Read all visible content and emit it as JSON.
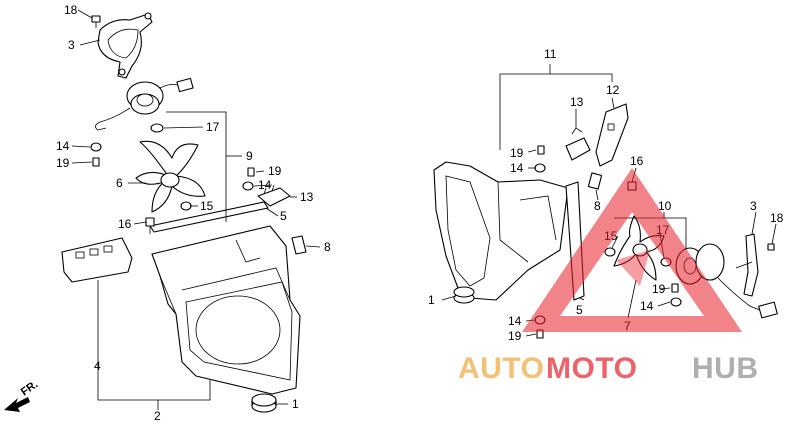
{
  "diagram": {
    "direction_label": "FR.",
    "callouts": {
      "left_18": "18",
      "left_3": "3",
      "left_17": "17",
      "left_14": "14",
      "left_19": "19",
      "left_9": "9",
      "left_6": "6",
      "left_19b": "19",
      "left_14b": "14",
      "left_13": "13",
      "left_16": "16",
      "left_15": "15",
      "left_5": "5",
      "left_8": "8",
      "left_4": "4",
      "left_2": "2",
      "left_1": "1",
      "right_11": "11",
      "right_12": "12",
      "right_13": "13",
      "right_19": "19",
      "right_14": "14",
      "right_16": "16",
      "right_8": "8",
      "right_10": "10",
      "right_15": "15",
      "right_17": "17",
      "right_3": "3",
      "right_18": "18",
      "right_1": "1",
      "right_19b": "19",
      "right_14b": "14",
      "right_14c": "14",
      "right_5": "5",
      "right_7": "7",
      "right_19c": "19"
    }
  },
  "watermark": {
    "text_auto": "AUTO",
    "text_moto": "MOTO",
    "text_hub": "HUB",
    "color_red": "#e8202a",
    "color_orange": "#f2a53a",
    "color_grey": "#8c8c8c"
  }
}
